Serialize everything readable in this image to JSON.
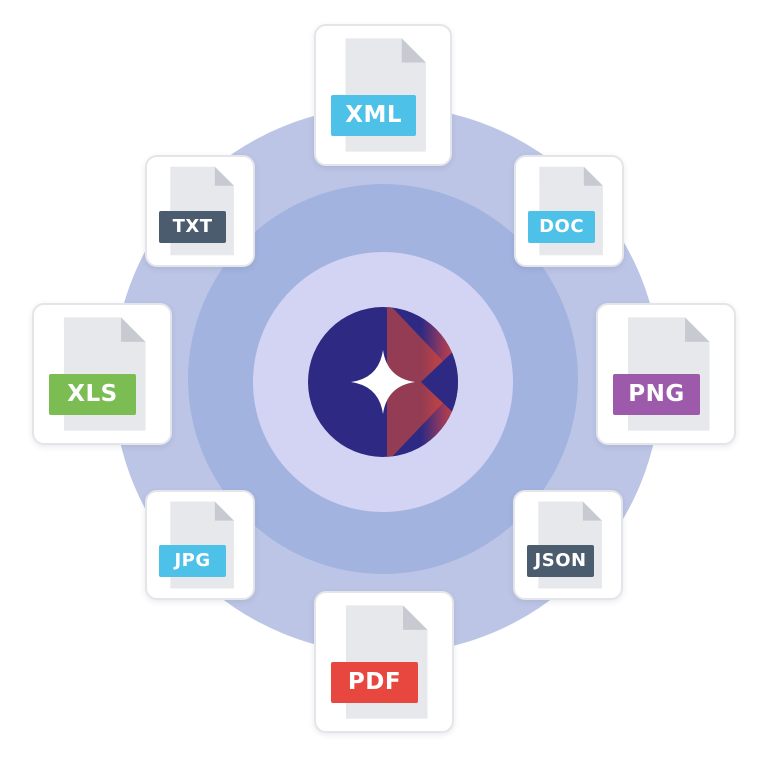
{
  "logo": {
    "name": "brand-logo",
    "colors": {
      "dark": "#2e2a84",
      "accent": "#e94a2c"
    }
  },
  "rings": {
    "outer": "#bcc5e6",
    "middle": "#a3b3e0",
    "inner": "#d3d3f4"
  },
  "files": [
    {
      "id": "xml",
      "label": "XML",
      "color": "#4ec1e9"
    },
    {
      "id": "doc",
      "label": "DOC",
      "color": "#4ec1e9"
    },
    {
      "id": "png",
      "label": "PNG",
      "color": "#9d5aab"
    },
    {
      "id": "json",
      "label": "JSON",
      "color": "#4b5c6e"
    },
    {
      "id": "pdf",
      "label": "PDF",
      "color": "#e8473f"
    },
    {
      "id": "jpg",
      "label": "JPG",
      "color": "#4ec1e9"
    },
    {
      "id": "xls",
      "label": "XLS",
      "color": "#7cbd53"
    },
    {
      "id": "txt",
      "label": "TXT",
      "color": "#4b5c6e"
    }
  ]
}
